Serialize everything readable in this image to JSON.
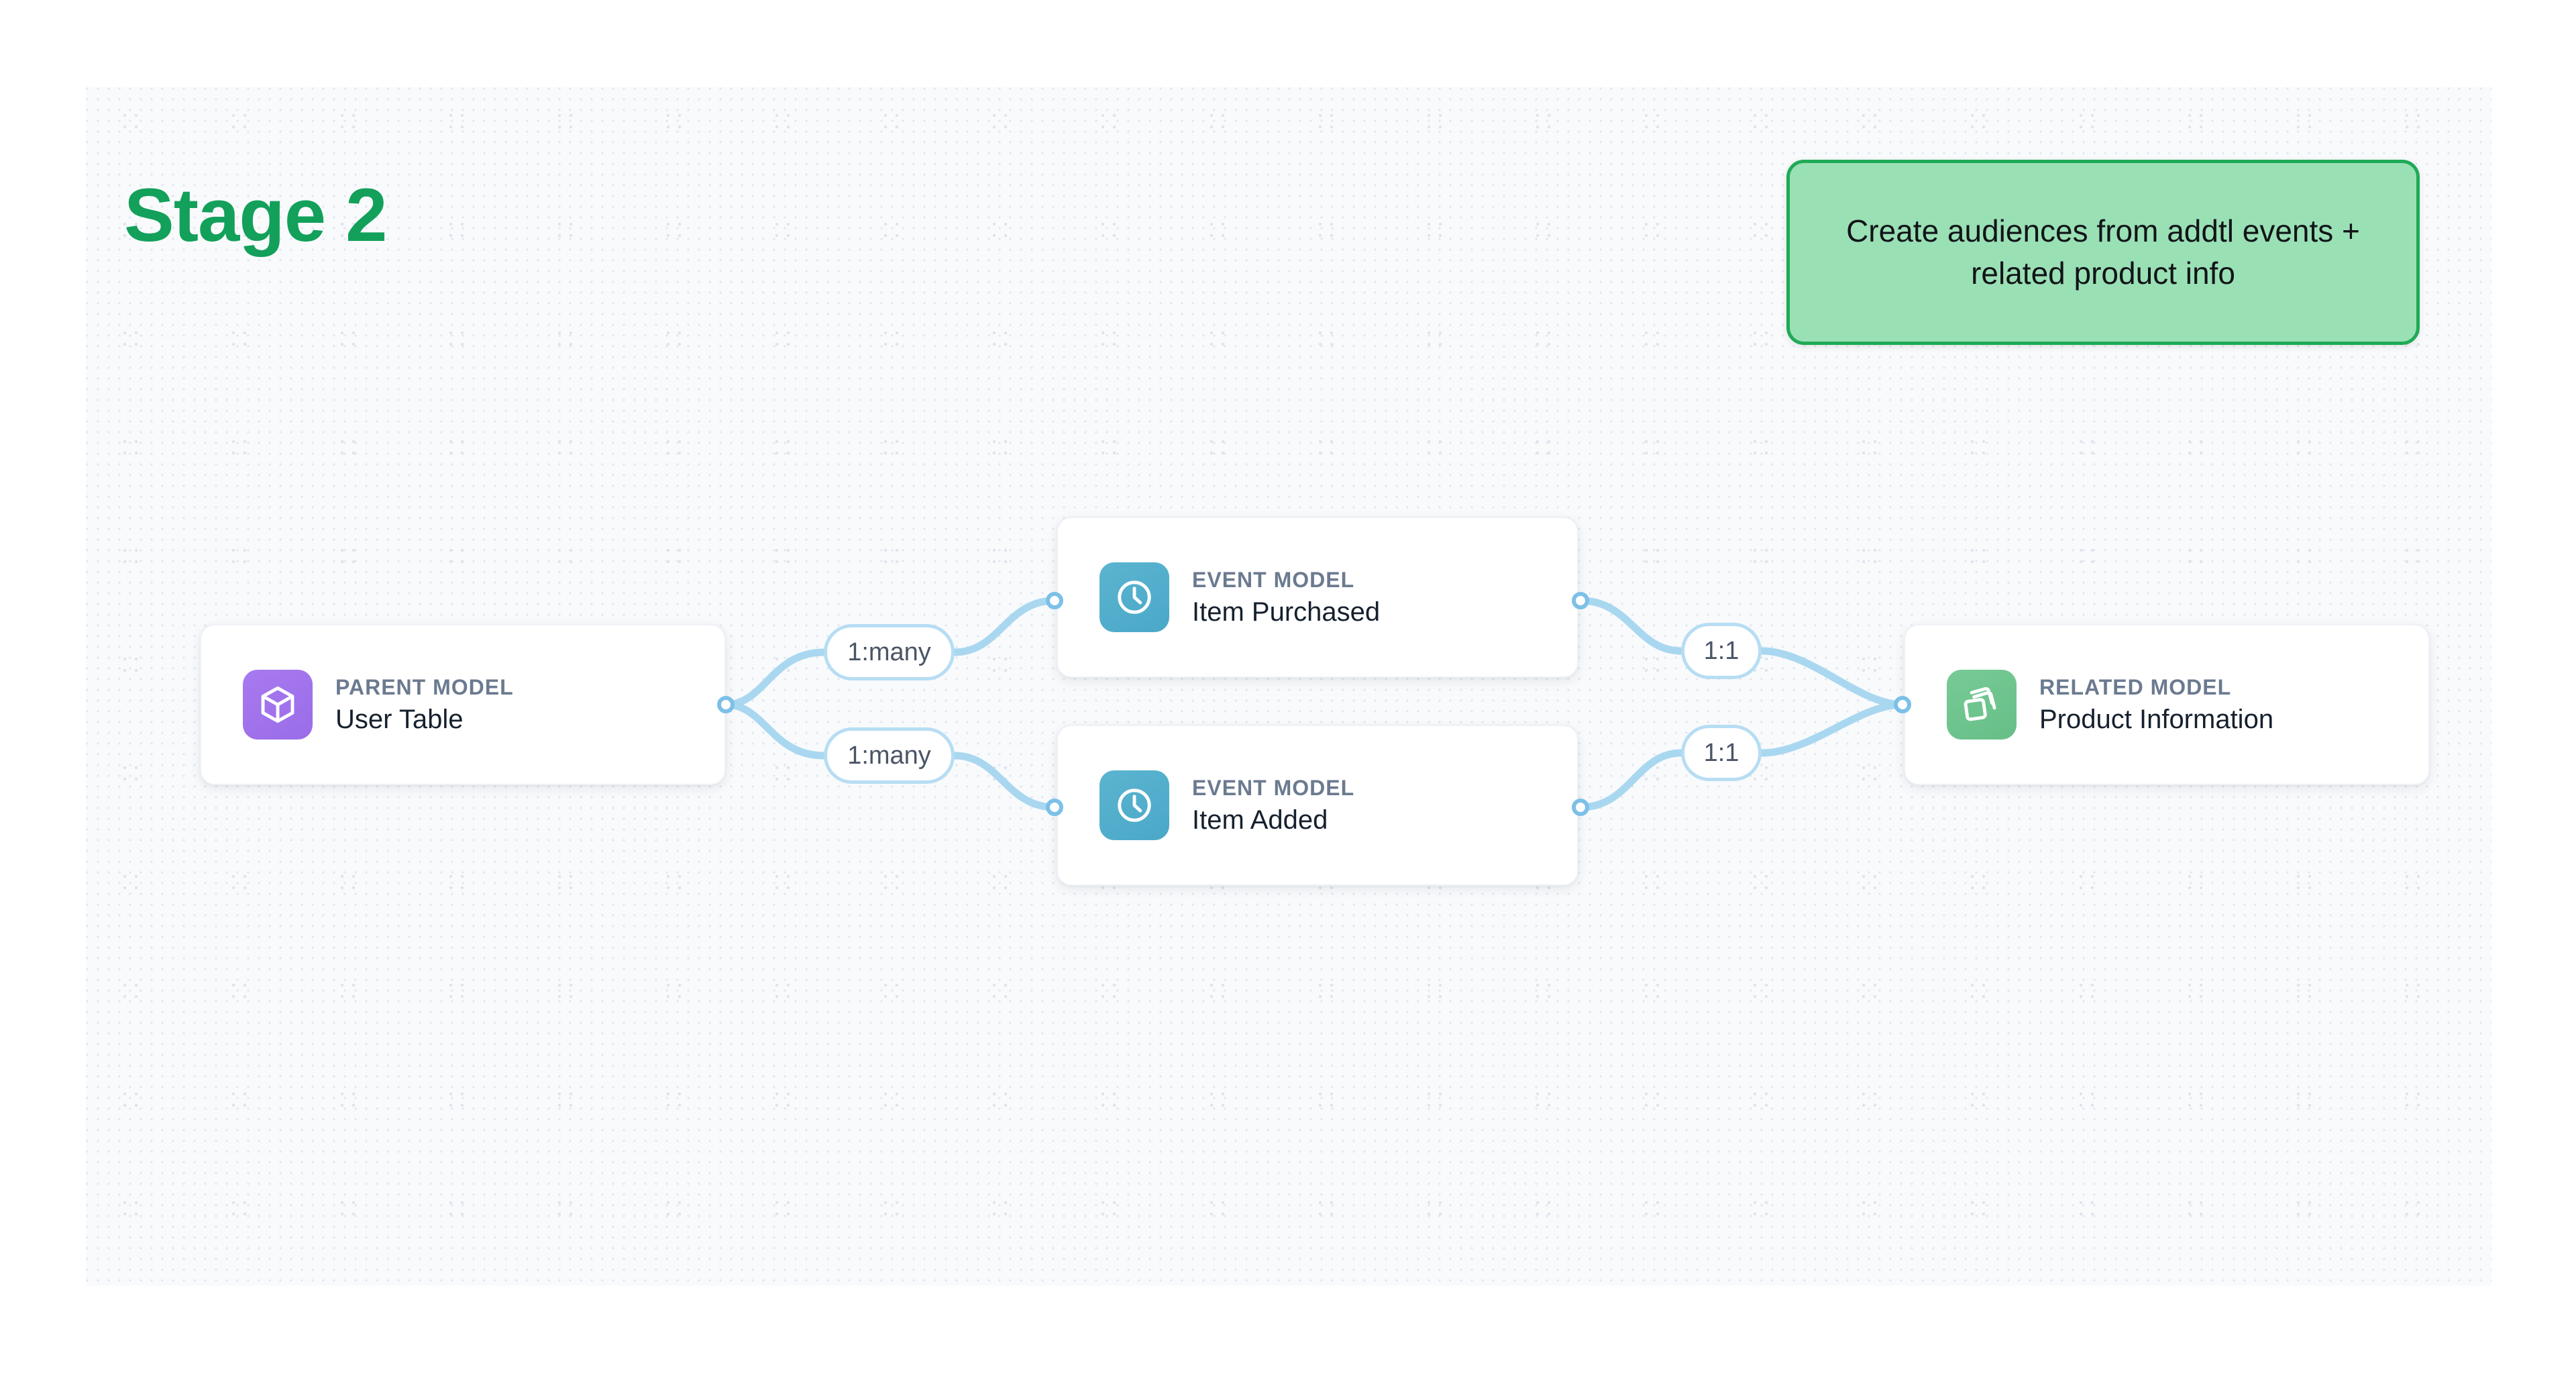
{
  "stage": {
    "title": "Stage 2"
  },
  "callout": {
    "text": "Create audiences from addtl events + related product info",
    "bg_color": "#9ae0b5",
    "border_color": "#1faa56",
    "text_color": "#111418"
  },
  "theme": {
    "canvas_bg": "#f8fafc",
    "dot_color": "#e2e6ee",
    "edge_color": "#a9d7f0",
    "handle_color": "#7cc0e8",
    "title_green": "#13a05a",
    "kicker_color": "#6b7a90",
    "node_title_color": "#16202e"
  },
  "graph": {
    "nodes": [
      {
        "id": "parent",
        "kicker": "PARENT MODEL",
        "title": "User Table",
        "icon": "cube-icon",
        "icon_color": "#9a6ce8"
      },
      {
        "id": "event-1",
        "kicker": "EVENT MODEL",
        "title": "Item Purchased",
        "icon": "clock-icon",
        "icon_color": "#4aa8c8"
      },
      {
        "id": "event-2",
        "kicker": "EVENT MODEL",
        "title": "Item Added",
        "icon": "clock-icon",
        "icon_color": "#4aa8c8"
      },
      {
        "id": "related",
        "kicker": "RELATED MODEL",
        "title": "Product Information",
        "icon": "layers-icon",
        "icon_color": "#66bf87"
      }
    ],
    "relationships": [
      {
        "id": "rel-0",
        "label": "1:many",
        "from": "parent",
        "to": "event-1"
      },
      {
        "id": "rel-1",
        "label": "1:many",
        "from": "parent",
        "to": "event-2"
      },
      {
        "id": "rel-2",
        "label": "1:1",
        "from": "event-1",
        "to": "related"
      },
      {
        "id": "rel-3",
        "label": "1:1",
        "from": "event-2",
        "to": "related"
      }
    ]
  }
}
